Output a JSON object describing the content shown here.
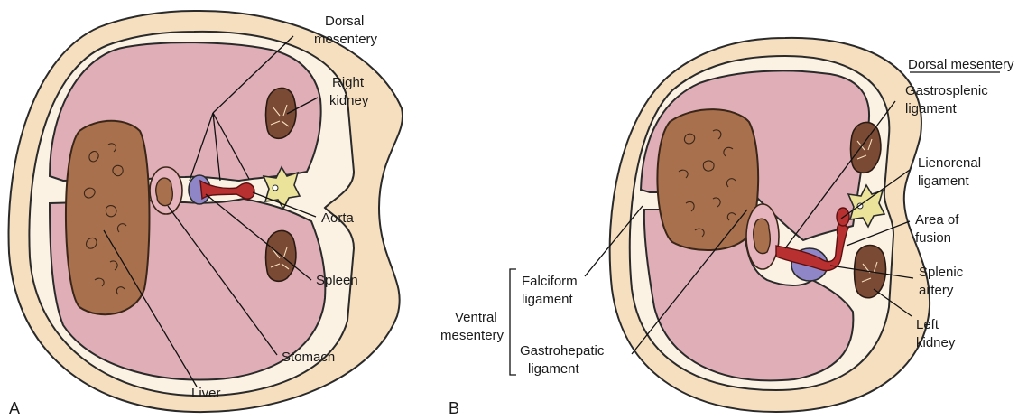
{
  "panel_a": {
    "letter": "A",
    "labels": {
      "dorsal_mesentery_1": "Dorsal",
      "dorsal_mesentery_2": "mesentery",
      "right_kidney_1": "Right",
      "right_kidney_2": "kidney",
      "aorta": "Aorta",
      "spleen": "Spleen",
      "stomach": "Stomach",
      "liver": "Liver"
    }
  },
  "panel_b": {
    "letter": "B",
    "labels": {
      "dorsal_mesentery": "Dorsal mesentery",
      "gastrosplenic_1": "Gastrosplenic",
      "gastrosplenic_2": "ligament",
      "lienorenal_1": "Lienorenal",
      "lienorenal_2": "ligament",
      "area_fusion_1": "Area of",
      "area_fusion_2": "fusion",
      "splenic_artery_1": "Splenic",
      "splenic_artery_2": "artery",
      "left_kidney_1": "Left",
      "left_kidney_2": "kidney",
      "falciform_1": "Falciform",
      "falciform_2": "ligament",
      "ventral_mesentery_1": "Ventral",
      "ventral_mesentery_2": "mesentery",
      "gastrohepatic_1": "Gastrohepatic",
      "gastrohepatic_2": "ligament"
    }
  },
  "colors": {
    "body_wall": "#f6dfbf",
    "cavity": "#e0aeb6",
    "liver": "#a8704c",
    "spleen": "#8e86c6",
    "aorta": "#b83030",
    "kidney": "#7a4a34",
    "vertebra": "#ece39a"
  }
}
